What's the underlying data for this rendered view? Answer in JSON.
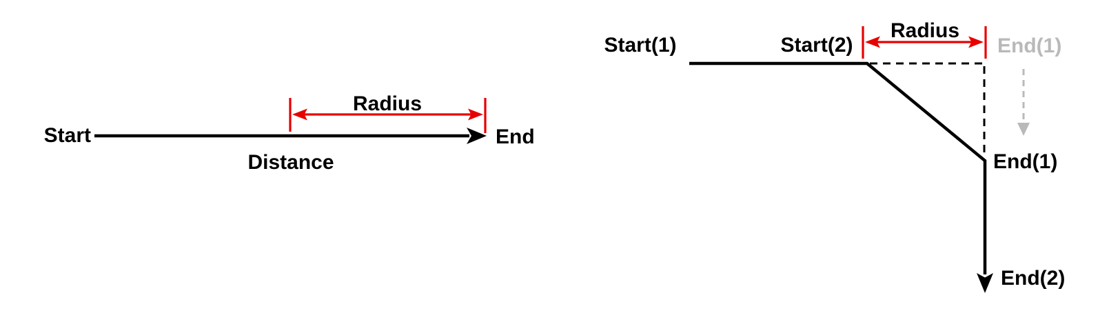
{
  "colors": {
    "background": "#ffffff",
    "line": "#000000",
    "accent": "#e80000",
    "muted": "#b9b9b9"
  },
  "left": {
    "start": "Start",
    "end": "End",
    "radius": "Radius",
    "distance": "Distance"
  },
  "right": {
    "start1": "Start(1)",
    "start2": "Start(2)",
    "radius": "Radius",
    "end1_ghost": "End(1)",
    "end1": "End(1)",
    "end2": "End(2)"
  }
}
